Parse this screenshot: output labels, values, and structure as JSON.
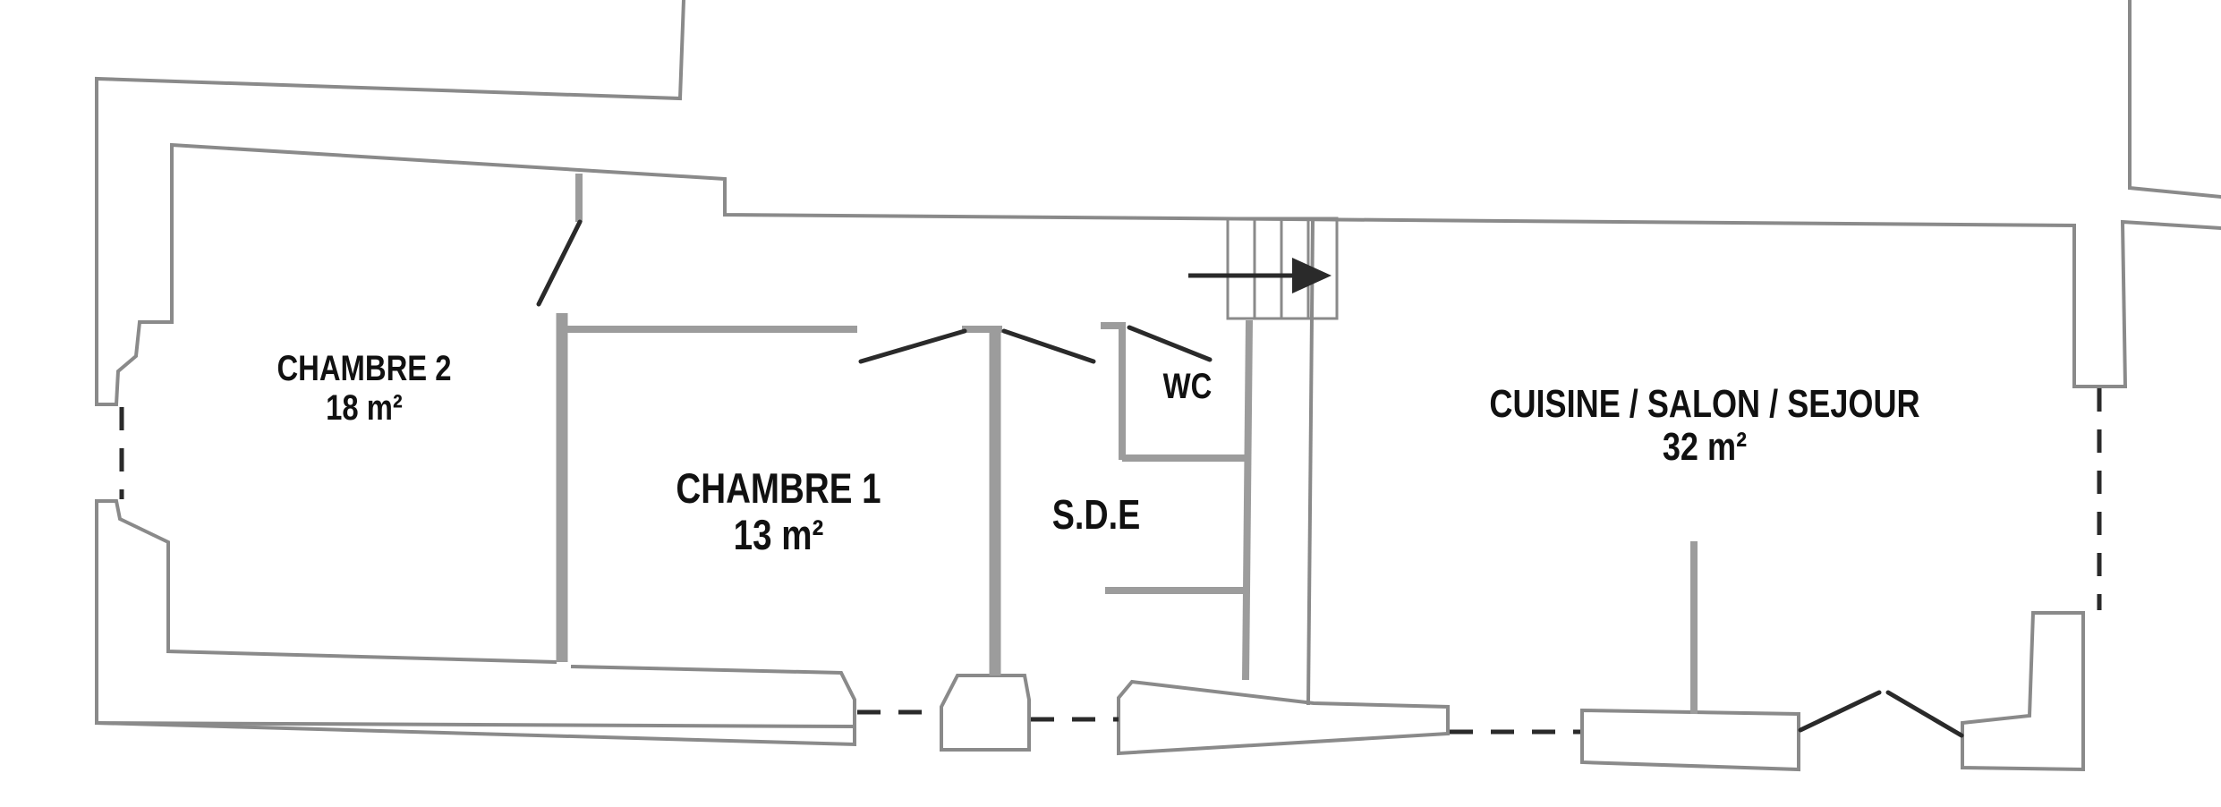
{
  "rooms": {
    "chambre2": {
      "name": "CHAMBRE 2",
      "area": "18 m²"
    },
    "chambre1": {
      "name": "CHAMBRE 1",
      "area": "13 m²"
    },
    "sde": {
      "name": "S.D.E"
    },
    "wc": {
      "name": "WC"
    },
    "sejour": {
      "name": "CUISINE / SALON / SEJOUR",
      "area": "32 m²"
    }
  },
  "colors": {
    "wall": "#8a8a8a",
    "ink": "#2a2a2a",
    "background": "#ffffff"
  }
}
